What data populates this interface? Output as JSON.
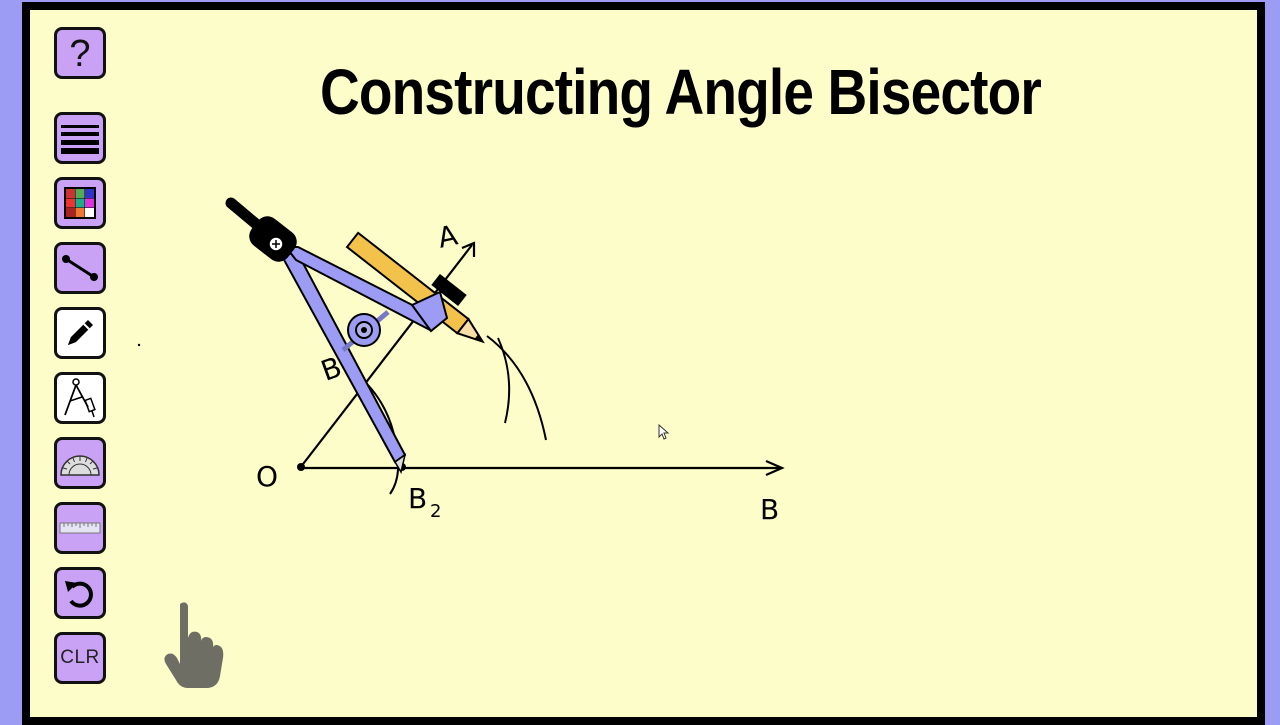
{
  "title": "Constructing Angle Bisector",
  "toolbar": {
    "items": [
      {
        "name": "help",
        "icon": "question-icon",
        "label": "?"
      },
      {
        "name": "line-width",
        "icon": "line-width-icon"
      },
      {
        "name": "color-palette",
        "icon": "color-palette-icon"
      },
      {
        "name": "line-tool",
        "icon": "line-segment-icon"
      },
      {
        "name": "pencil",
        "icon": "pencil-icon"
      },
      {
        "name": "compass",
        "icon": "compass-icon"
      },
      {
        "name": "protractor",
        "icon": "protractor-icon"
      },
      {
        "name": "ruler",
        "icon": "ruler-icon"
      },
      {
        "name": "undo",
        "icon": "undo-icon"
      },
      {
        "name": "clear",
        "icon": "clear-icon",
        "label": "CLR"
      }
    ]
  },
  "drawing": {
    "point_o": "O",
    "point_a": "A",
    "point_b": "B",
    "point_b1": "B",
    "point_b2": "B",
    "point_b2_sub": "2"
  },
  "colors": {
    "board": "#fdfdc9",
    "frame": "#9c9cf4",
    "tool_button": "#c9a2f5",
    "compass_arm": "#9c9cf4",
    "pencil": "#f3c24b"
  }
}
